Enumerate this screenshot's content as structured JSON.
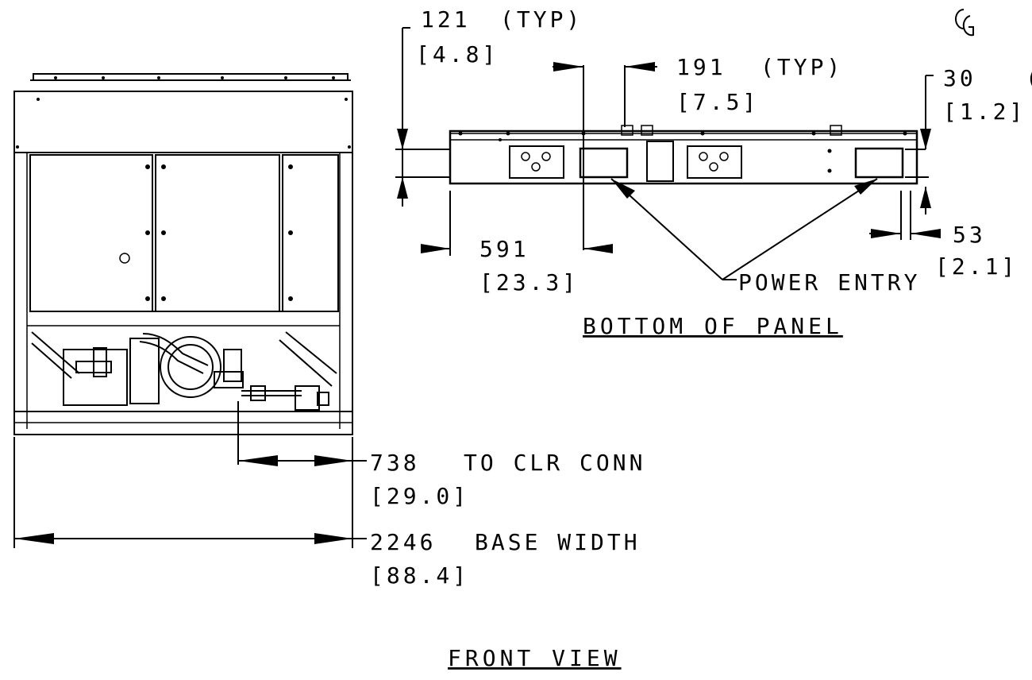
{
  "dims": {
    "d121": "121",
    "typ": "(TYP)",
    "d121_in": "[4.8]",
    "d191": "191",
    "d191_in": "[7.5]",
    "d30": "30",
    "d30_paren": "(",
    "d30_in": "[1.2]",
    "d53": "53",
    "d53_in": "[2.1]",
    "d591": "591",
    "d591_in": "[23.3]",
    "power_entry": "POWER ENTRY",
    "d738": "738",
    "to_clr_conn": "TO CLR CONN",
    "d738_in": "[29.0]",
    "d2246": "2246",
    "base_width": "BASE WIDTH",
    "d2246_in": "[88.4]"
  },
  "titles": {
    "bottom_of_panel": "BOTTOM OF PANEL",
    "front_view": "FRONT VIEW"
  },
  "symbols": {
    "cg": "CG",
    "cg_icon": "centerline-symbol"
  }
}
